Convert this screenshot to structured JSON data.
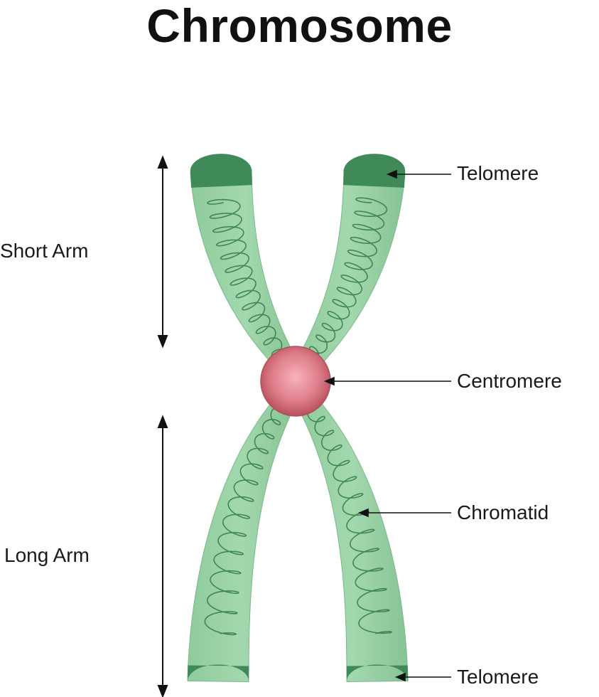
{
  "title": "Chromosome",
  "labels": {
    "short_arm": "Short Arm",
    "long_arm": "Long Arm",
    "telomere_top": "Telomere",
    "centromere": "Centromere",
    "chromatid": "Chromatid",
    "telomere_bottom": "Telomere"
  },
  "colors": {
    "chromatid_fill": "#93cfa0",
    "chromatid_edge": "#78b98a",
    "telomere": "#3f8a58",
    "coil": "#2f7a47",
    "centromere": "#d9717d",
    "text": "#1a1a1a"
  }
}
